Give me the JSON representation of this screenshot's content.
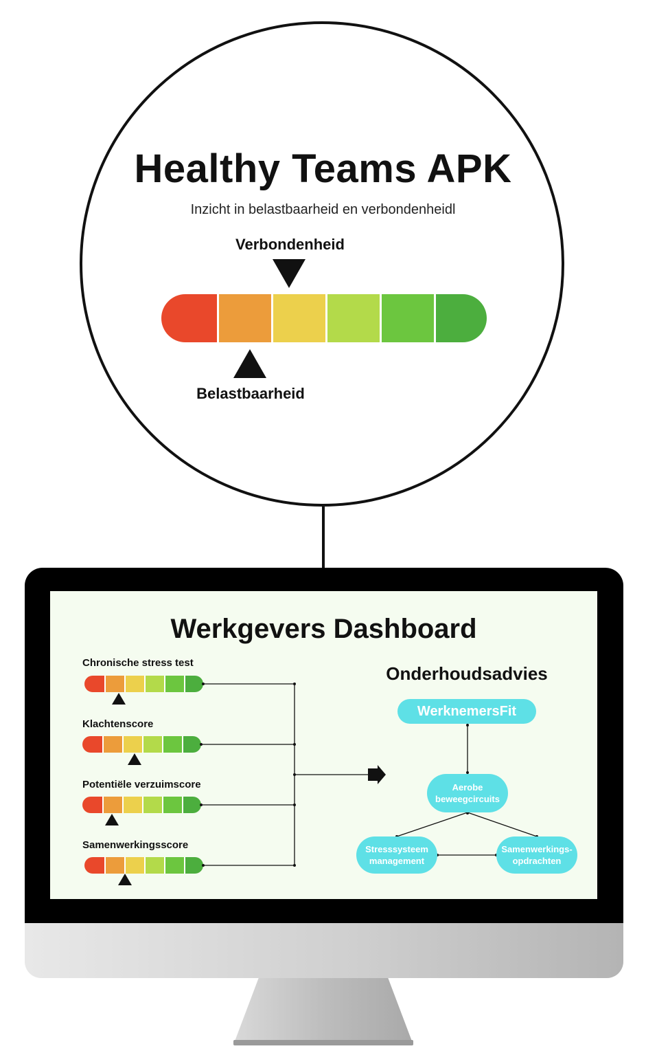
{
  "apk": {
    "title": "Healthy Teams APK",
    "subtitle": "Inzicht in belastbaarheid en verbondenheidl",
    "top_marker_label": "Verbondenheid",
    "bottom_marker_label": "Belastbaarheid",
    "gauge_colors": [
      "#e9482b",
      "#ec9c3b",
      "#ecd04c",
      "#b3da4a",
      "#6cc63f",
      "#4cae3e"
    ],
    "top_marker_segment": 3,
    "bottom_marker_segment": 2
  },
  "dashboard": {
    "title": "Werkgevers Dashboard",
    "metrics": [
      {
        "label": "Chronische stress test",
        "marker_segment": 2
      },
      {
        "label": "Klachtenscore",
        "marker_segment": 3
      },
      {
        "label": "Potentiële verzuimscore",
        "marker_segment": 2
      },
      {
        "label": "Samenwerkingsscore",
        "marker_segment": 3
      }
    ],
    "advice": {
      "title": "Onderhoudsadvies",
      "nodes": {
        "werknemersfit": "WerknemersFit",
        "aerobe": "Aerobe beweegcircuits",
        "stress": "Stresssysteem management",
        "samenwerking": "Samenwerkings-opdrachten"
      }
    }
  }
}
